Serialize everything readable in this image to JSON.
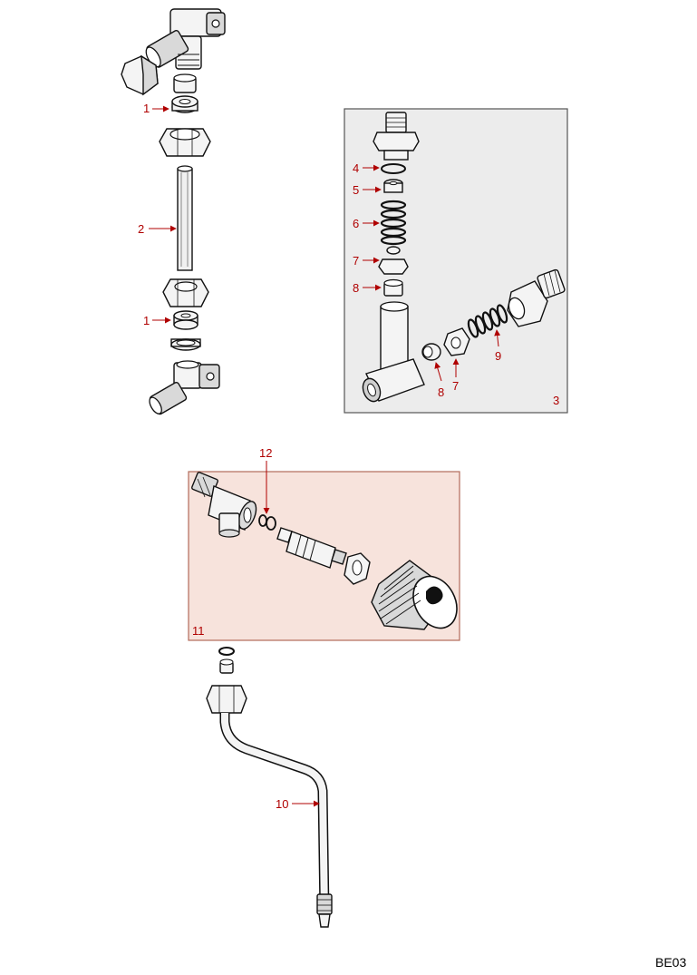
{
  "callouts": {
    "c1a": "1",
    "c1b": "1",
    "c2": "2",
    "c3": "3",
    "c4": "4",
    "c5": "5",
    "c6": "6",
    "c7a": "7",
    "c7b": "7",
    "c8a": "8",
    "c8b": "8",
    "c9": "9",
    "c10": "10",
    "c11": "11",
    "c12": "12"
  },
  "sheet_code": "BE03",
  "colors": {
    "callout": "#b00000",
    "inset_3_fill": "#ececec",
    "inset_3_border": "#555555",
    "inset_11_fill": "#f7e3dc",
    "inset_11_border": "#b26b5a"
  }
}
